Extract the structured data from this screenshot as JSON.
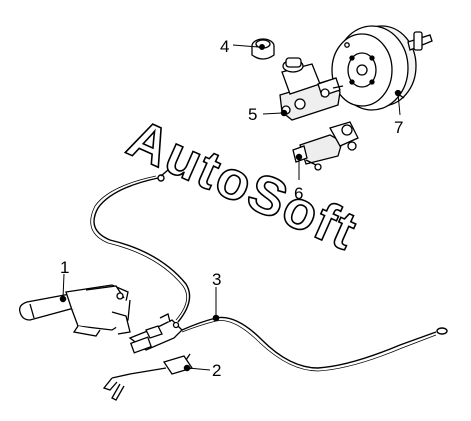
{
  "callouts": [
    {
      "number": "1"
    },
    {
      "number": "2"
    },
    {
      "number": "3"
    },
    {
      "number": "4"
    },
    {
      "number": "5"
    },
    {
      "number": "6"
    },
    {
      "number": "7"
    }
  ],
  "watermark": {
    "text": "AutoSoft"
  }
}
